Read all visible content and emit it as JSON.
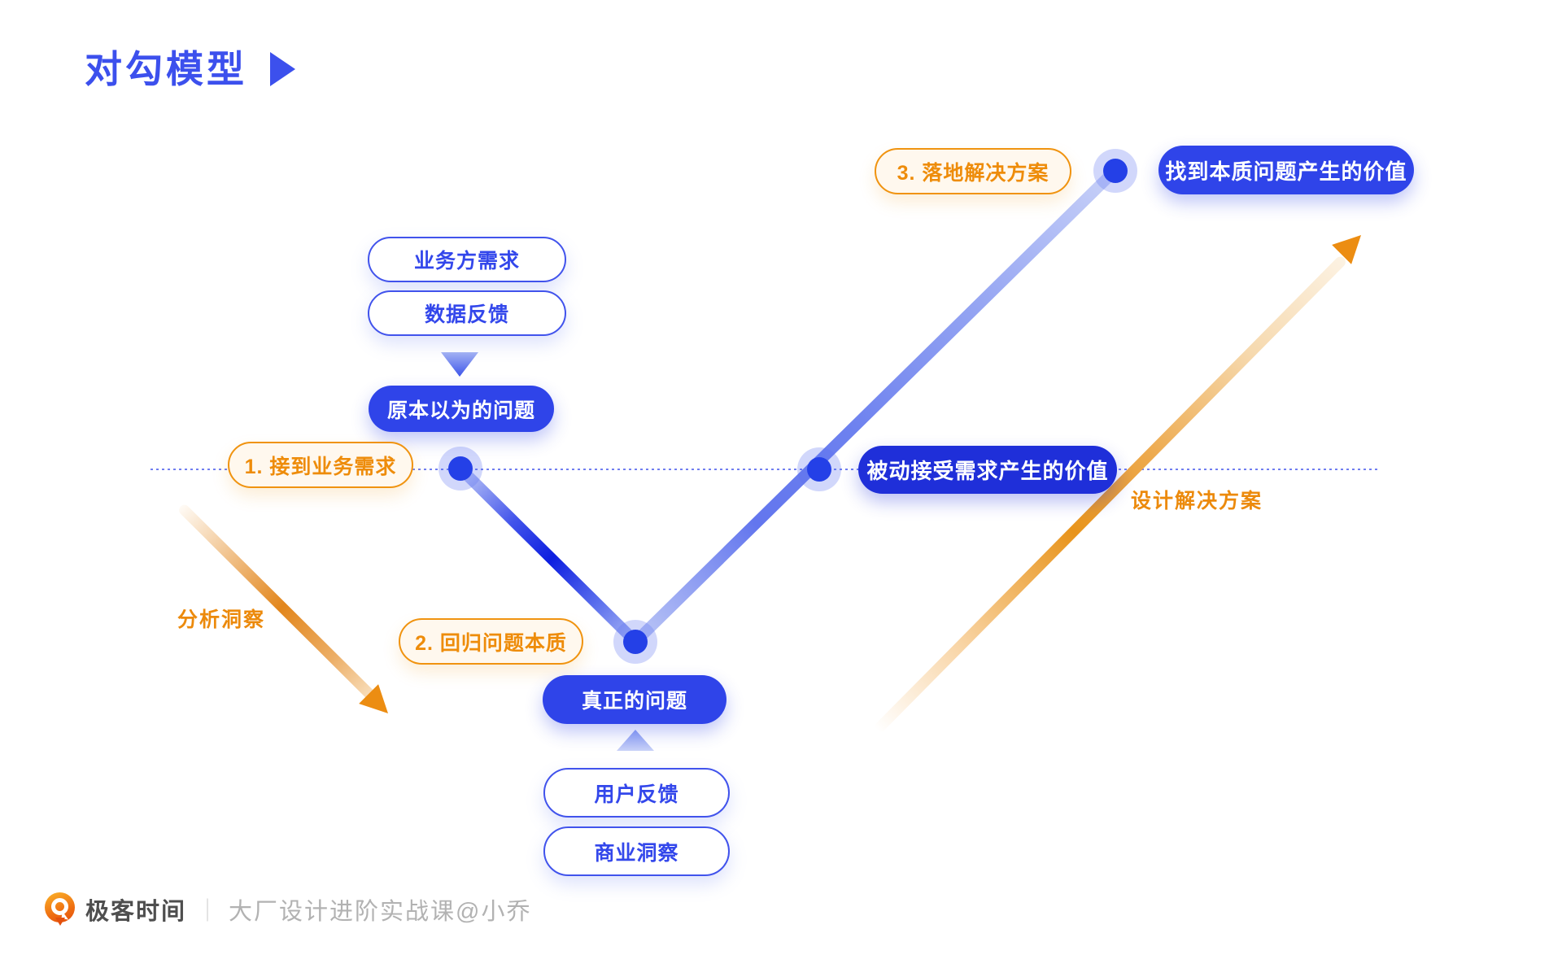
{
  "page": {
    "title": "对勾模型"
  },
  "colors": {
    "primary_blue": "#3C50ED",
    "filled_pill_blue": "#2F44E9",
    "navy_pill": "#1F2FD9",
    "deep_line_blue": "#0D1EE0",
    "halo_lavender": "#C9D2F8",
    "orange": "#EE8C0A",
    "orange_fill": "#FFF8EE",
    "gray_text": "#B2B2B2"
  },
  "nodes": {
    "inputs_top": [
      "业务方需求",
      "数据反馈"
    ],
    "assumed_problem": "原本以为的问题",
    "step1": "1. 接到业务需求",
    "step2": "2. 回归问题本质",
    "step3": "3. 落地解决方案",
    "real_problem": "真正的问题",
    "inputs_bottom": [
      "用户反馈",
      "商业洞察"
    ],
    "passive_value": "被动接受需求产生的价值",
    "essential_value": "找到本质问题产生的价值",
    "analyze_label": "分析洞察",
    "design_label": "设计解决方案"
  },
  "footer": {
    "brand": "极客时间",
    "separator": "｜",
    "course": "大厂设计进阶实战课@小乔"
  }
}
